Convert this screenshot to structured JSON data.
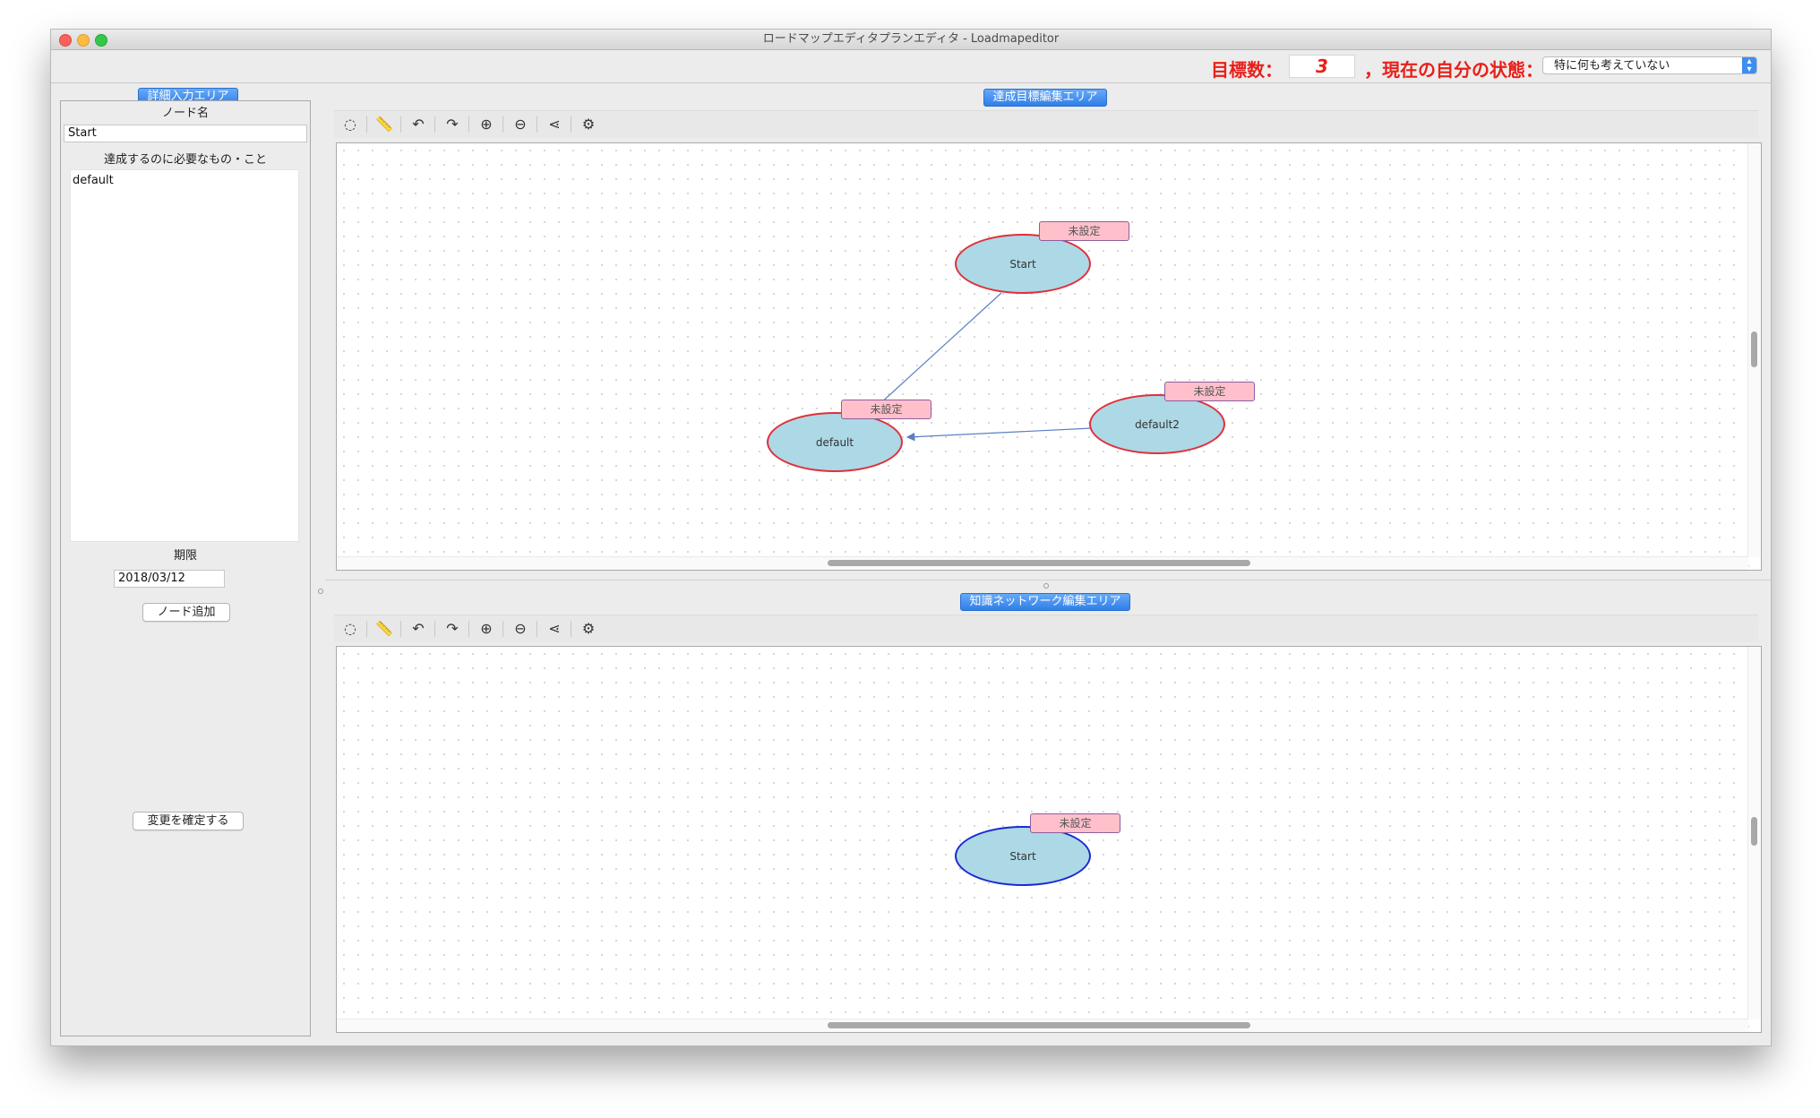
{
  "window": {
    "title": "ロードマップエディタプランエディタ - Loadmapeditor"
  },
  "header": {
    "goal_count_label": "目標数：",
    "goal_count_value": "3",
    "state_label": "，現在の自分の状態：",
    "state_selected": "特に何も考えていない"
  },
  "detail_panel": {
    "title": "詳細入力エリア",
    "node_name_label": "ノード名",
    "node_name_value": "Start",
    "requirements_label": "達成するのに必要なもの・こと",
    "requirements_value": "default",
    "deadline_label": "期限",
    "deadline_value": "2018/03/12",
    "add_node_button": "ノード追加",
    "confirm_button": "変更を確定する"
  },
  "goal_editor": {
    "title": "達成目標編集エリア",
    "nodes": [
      {
        "label": "Start",
        "tag": "未設定"
      },
      {
        "label": "default",
        "tag": "未設定"
      },
      {
        "label": "default2",
        "tag": "未設定"
      }
    ]
  },
  "knowledge_editor": {
    "title": "知識ネットワーク編集エリア",
    "nodes": [
      {
        "label": "Start",
        "tag": "未設定"
      }
    ]
  },
  "toolbar_icons": [
    "lasso-icon",
    "ruler-icon",
    "undo-icon",
    "redo-icon",
    "zoom-in-icon",
    "zoom-out-icon",
    "share-icon",
    "settings-icon"
  ],
  "colors": {
    "header_red": "#e8201a",
    "node_fill": "#add8e6",
    "goal_node_border": "#e0303a",
    "knowledge_node_border": "#1a2ccf",
    "tag_fill": "#ffc0cb",
    "edge": "#5a7fc4"
  }
}
